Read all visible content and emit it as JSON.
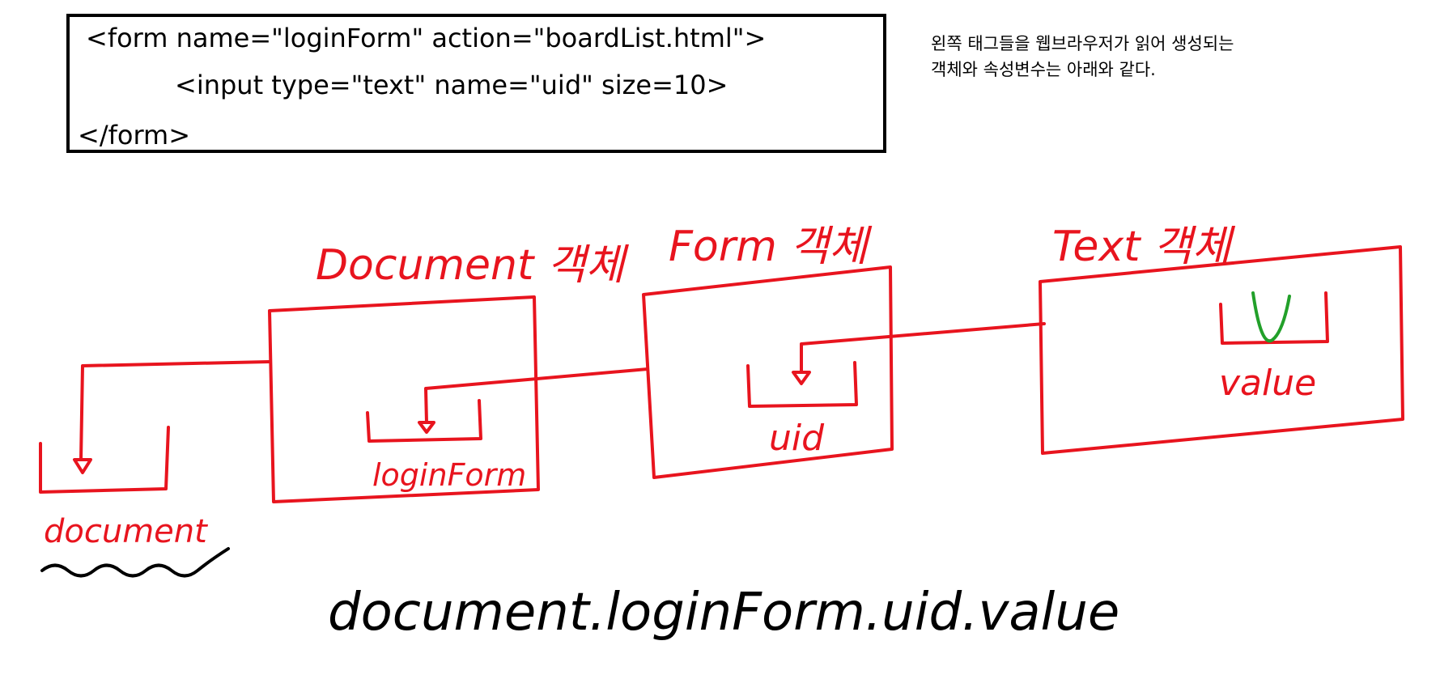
{
  "code_box": {
    "line1": "<form name=\"loginForm\" action=\"boardList.html\">",
    "line2": "<input type=\"text\" name=\"uid\" size=10>",
    "line3": "</form>"
  },
  "note": {
    "line1": "왼쪽 태그들을 웹브라우저가 읽어 생성되는",
    "line2": "객체와 속성변수는 아래와 같다."
  },
  "objects": [
    {
      "title": "Document 객체",
      "field": "loginForm"
    },
    {
      "title": "Form 객체",
      "field": "uid"
    },
    {
      "title": "Text 객체",
      "field": "value"
    }
  ],
  "root_variable": "document",
  "expression": "document.loginForm.uid.value",
  "colors": {
    "ink": "#e8141e",
    "black": "#000000",
    "value_mark": "#22a02a"
  }
}
